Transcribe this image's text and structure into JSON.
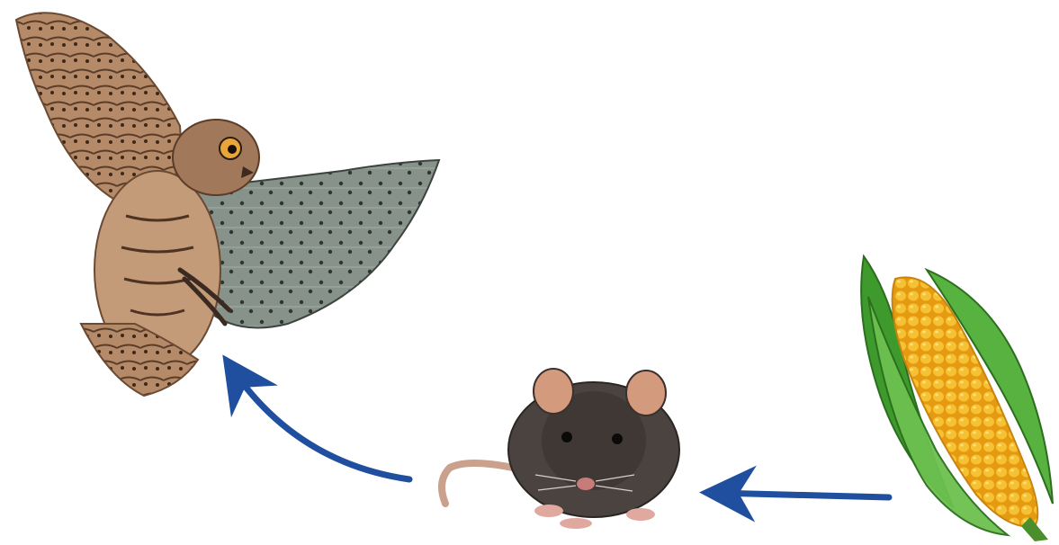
{
  "diagram": {
    "organisms": [
      {
        "id": "owl",
        "icon": "owl-illustration"
      },
      {
        "id": "rat",
        "icon": "rat-illustration"
      },
      {
        "id": "corn",
        "icon": "corn-illustration"
      }
    ],
    "arrows": [
      {
        "from": "corn",
        "to": "rat"
      },
      {
        "from": "rat",
        "to": "owl"
      }
    ],
    "colors": {
      "arrow": "#1f4f9e",
      "background": "#ffffff",
      "owl_feather": "#a2785a",
      "owl_wing_grey": "#7e8a82",
      "rat_fur": "#4a4340",
      "rat_ear": "#d49a7e",
      "corn_kernel": "#f2b21f",
      "corn_husk": "#4fa83a"
    }
  }
}
